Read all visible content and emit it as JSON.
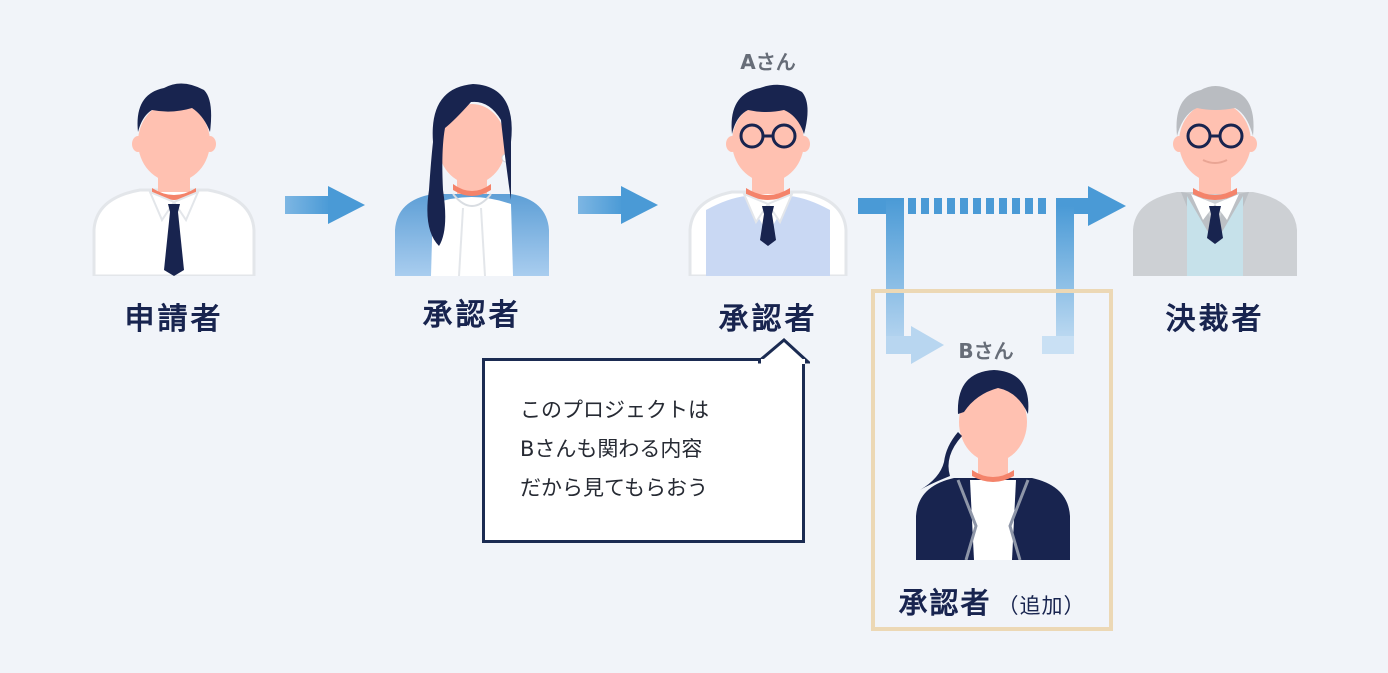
{
  "colors": {
    "background": "#f1f4f9",
    "navy": "#18244f",
    "arrow": "#4a9ad6",
    "arrow_light": "#b8d6f0",
    "frame": "#ecd8b5",
    "skin": "#ffc1b1",
    "neck": "#f4836a",
    "gray_text": "#676d78"
  },
  "flow": {
    "steps": [
      {
        "role": "申請者",
        "person": ""
      },
      {
        "role": "承認者",
        "person": ""
      },
      {
        "role": "承認者",
        "person": "Aさん"
      },
      {
        "role": "決裁者",
        "person": ""
      }
    ],
    "added": {
      "role": "承認者",
      "suffix": "（追加）",
      "person": "Bさん"
    }
  },
  "speech_bubble": {
    "lines": [
      "このプロジェクトは",
      "Bさんも関わる内容",
      "だから見てもらおう"
    ]
  },
  "icons": {
    "applicant": "male-employee-icon",
    "approver_1": "female-employee-icon",
    "approver_a": "male-glasses-employee-icon",
    "decider": "senior-male-glasses-icon",
    "approver_b": "female-suit-employee-icon"
  }
}
